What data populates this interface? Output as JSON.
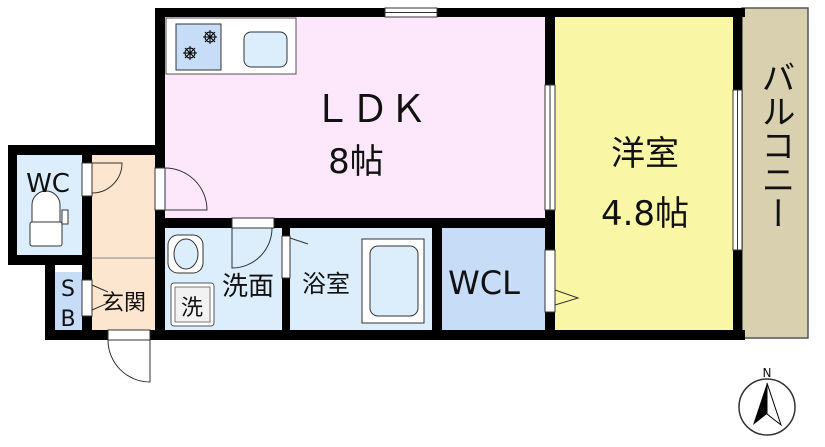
{
  "rooms": {
    "ldk": {
      "name": "ＬＤＫ",
      "size": "8帖"
    },
    "western": {
      "name": "洋室",
      "size": "4.8帖"
    },
    "balcony": {
      "name": "バルコニー"
    },
    "wcl": {
      "name": "WCL"
    },
    "bath": {
      "name": "浴室"
    },
    "washroom": {
      "name": "洗面"
    },
    "entrance": {
      "name": "玄関"
    },
    "toilet": {
      "name": "WC"
    },
    "shoebox": {
      "s": "S",
      "b": "B"
    },
    "washer": {
      "name": "洗"
    }
  },
  "compass": {
    "label": "N"
  },
  "colors": {
    "ldk": "#fde8fb",
    "western": "#f9f7a6",
    "balcony": "#d9d0b0",
    "wet": "#dceefc",
    "wcl": "#c6dcf7",
    "entrance": "#fde6cf",
    "wall": "#000000"
  }
}
